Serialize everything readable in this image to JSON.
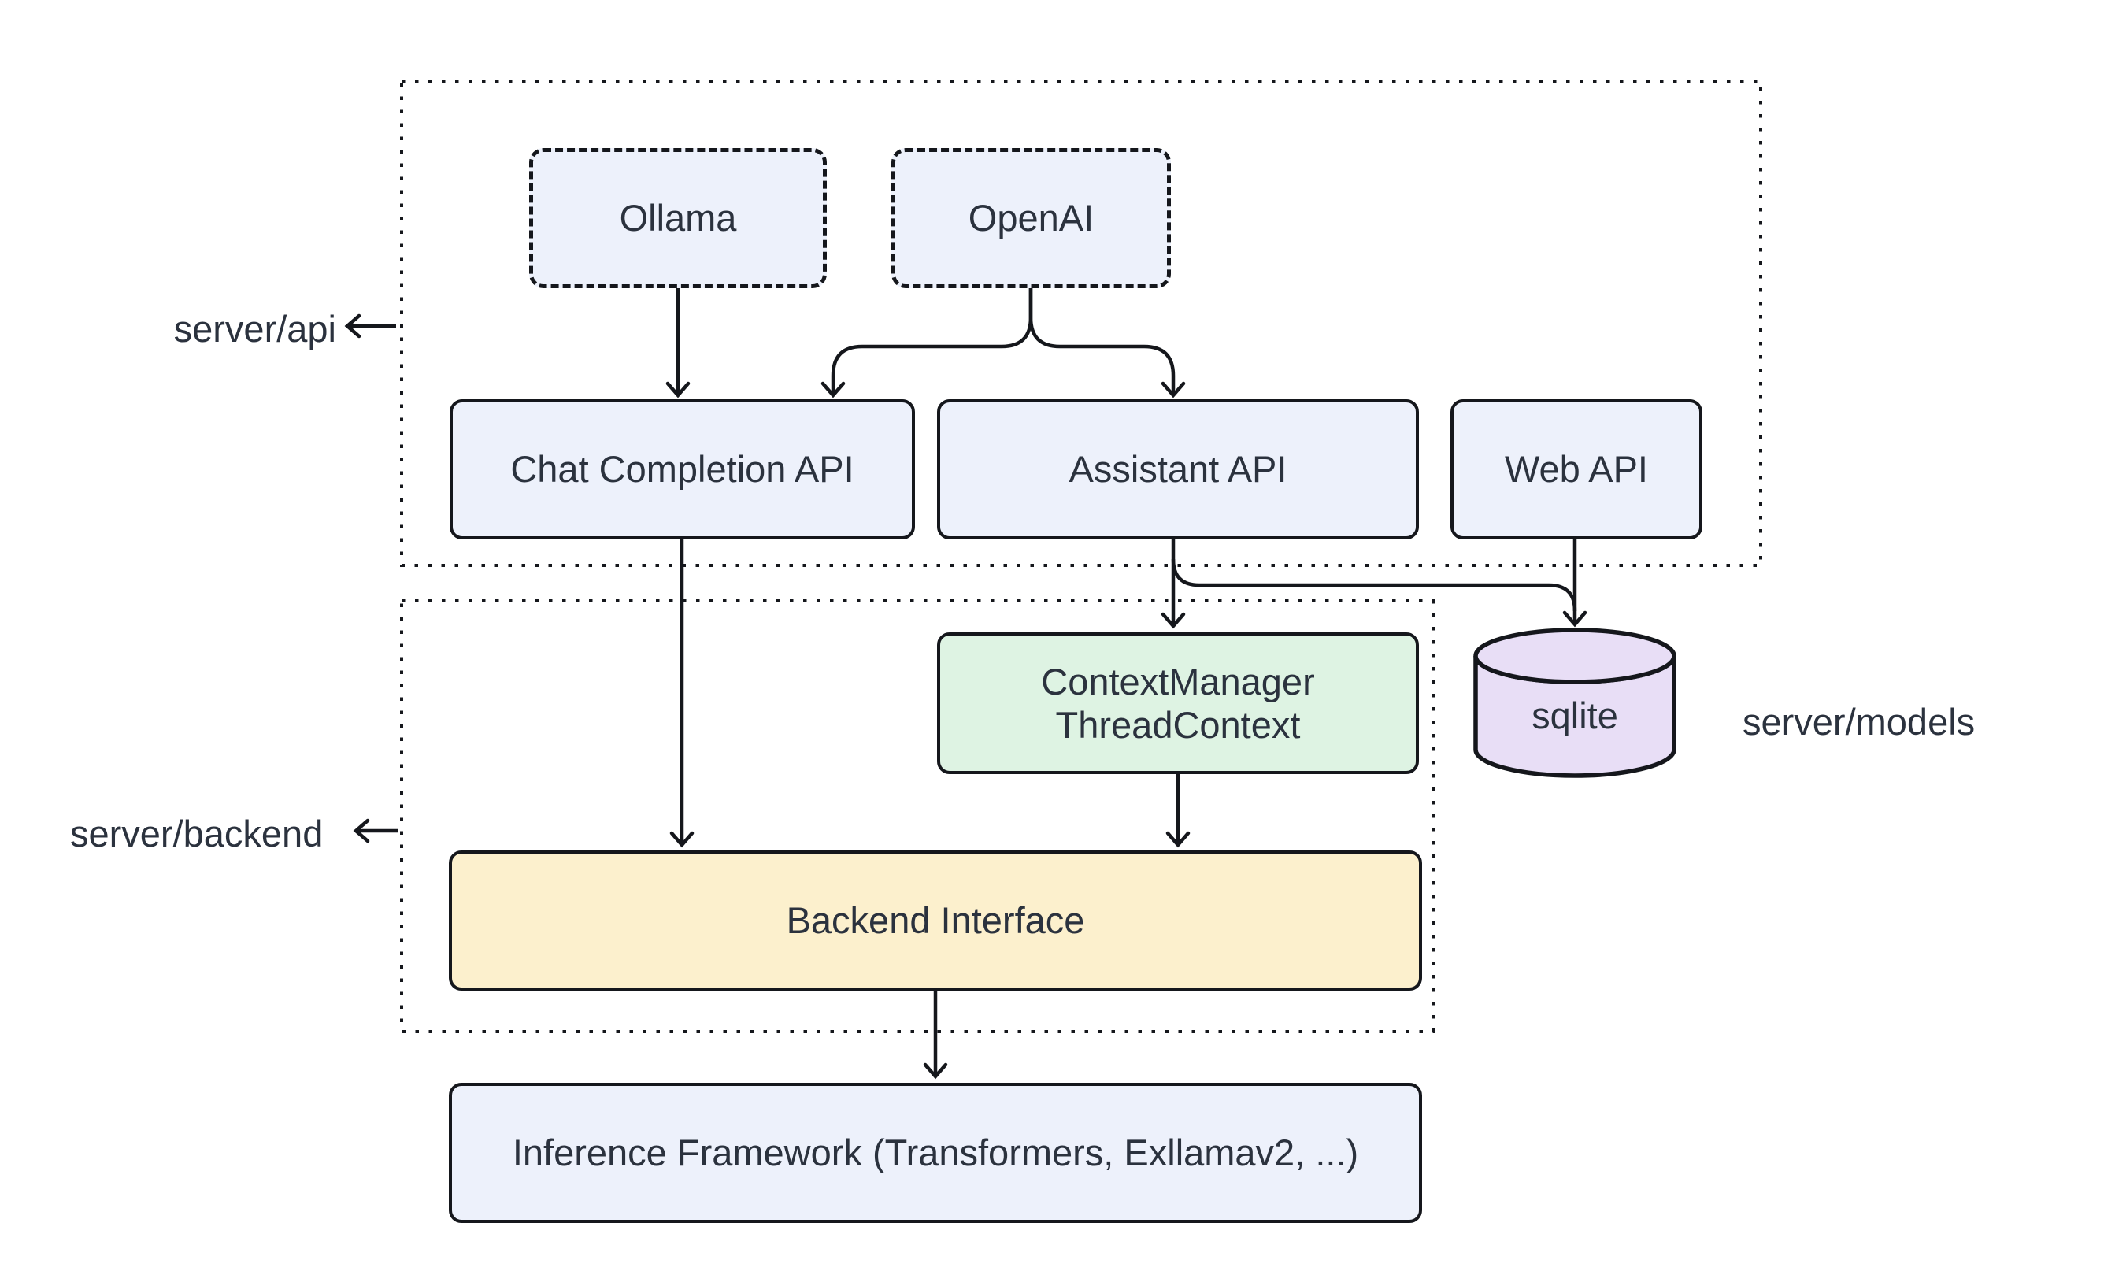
{
  "diagram": {
    "title": "LLM server architecture diagram",
    "colors": {
      "background": "#ffffff",
      "stroke": "#15171c",
      "text": "#2b323e",
      "node_blue_fill": "#edf1fb",
      "node_green_fill": "#def3e3",
      "node_yellow_fill": "#fcf0cd",
      "node_purple_fill": "#e8def6"
    },
    "groups": {
      "server_api": {
        "label": "server/api"
      },
      "server_backend": {
        "label": "server/backend"
      },
      "server_models": {
        "label": "server/models"
      }
    },
    "nodes": {
      "ollama": {
        "label": "Ollama",
        "style": "dashed-blue"
      },
      "openai": {
        "label": "OpenAI",
        "style": "dashed-blue"
      },
      "chat_completion_api": {
        "label": "Chat Completion API",
        "style": "blue"
      },
      "assistant_api": {
        "label": "Assistant API",
        "style": "blue"
      },
      "web_api": {
        "label": "Web API",
        "style": "blue"
      },
      "context_manager": {
        "label_line1": "ContextManager",
        "label_line2": "ThreadContext",
        "style": "green"
      },
      "sqlite": {
        "label": "sqlite",
        "style": "purple-cylinder"
      },
      "backend_interface": {
        "label": "Backend Interface",
        "style": "yellow"
      },
      "inference_framework": {
        "label": "Inference Framework (Transformers, Exllamav2, ...)",
        "style": "blue"
      }
    },
    "edges": [
      {
        "from": "ollama",
        "to": "chat_completion_api"
      },
      {
        "from": "openai",
        "to": "chat_completion_api"
      },
      {
        "from": "openai",
        "to": "assistant_api"
      },
      {
        "from": "chat_completion_api",
        "to": "backend_interface"
      },
      {
        "from": "assistant_api",
        "to": "context_manager"
      },
      {
        "from": "assistant_api",
        "to": "sqlite"
      },
      {
        "from": "web_api",
        "to": "sqlite"
      },
      {
        "from": "context_manager",
        "to": "backend_interface"
      },
      {
        "from": "backend_interface",
        "to": "inference_framework"
      }
    ]
  }
}
